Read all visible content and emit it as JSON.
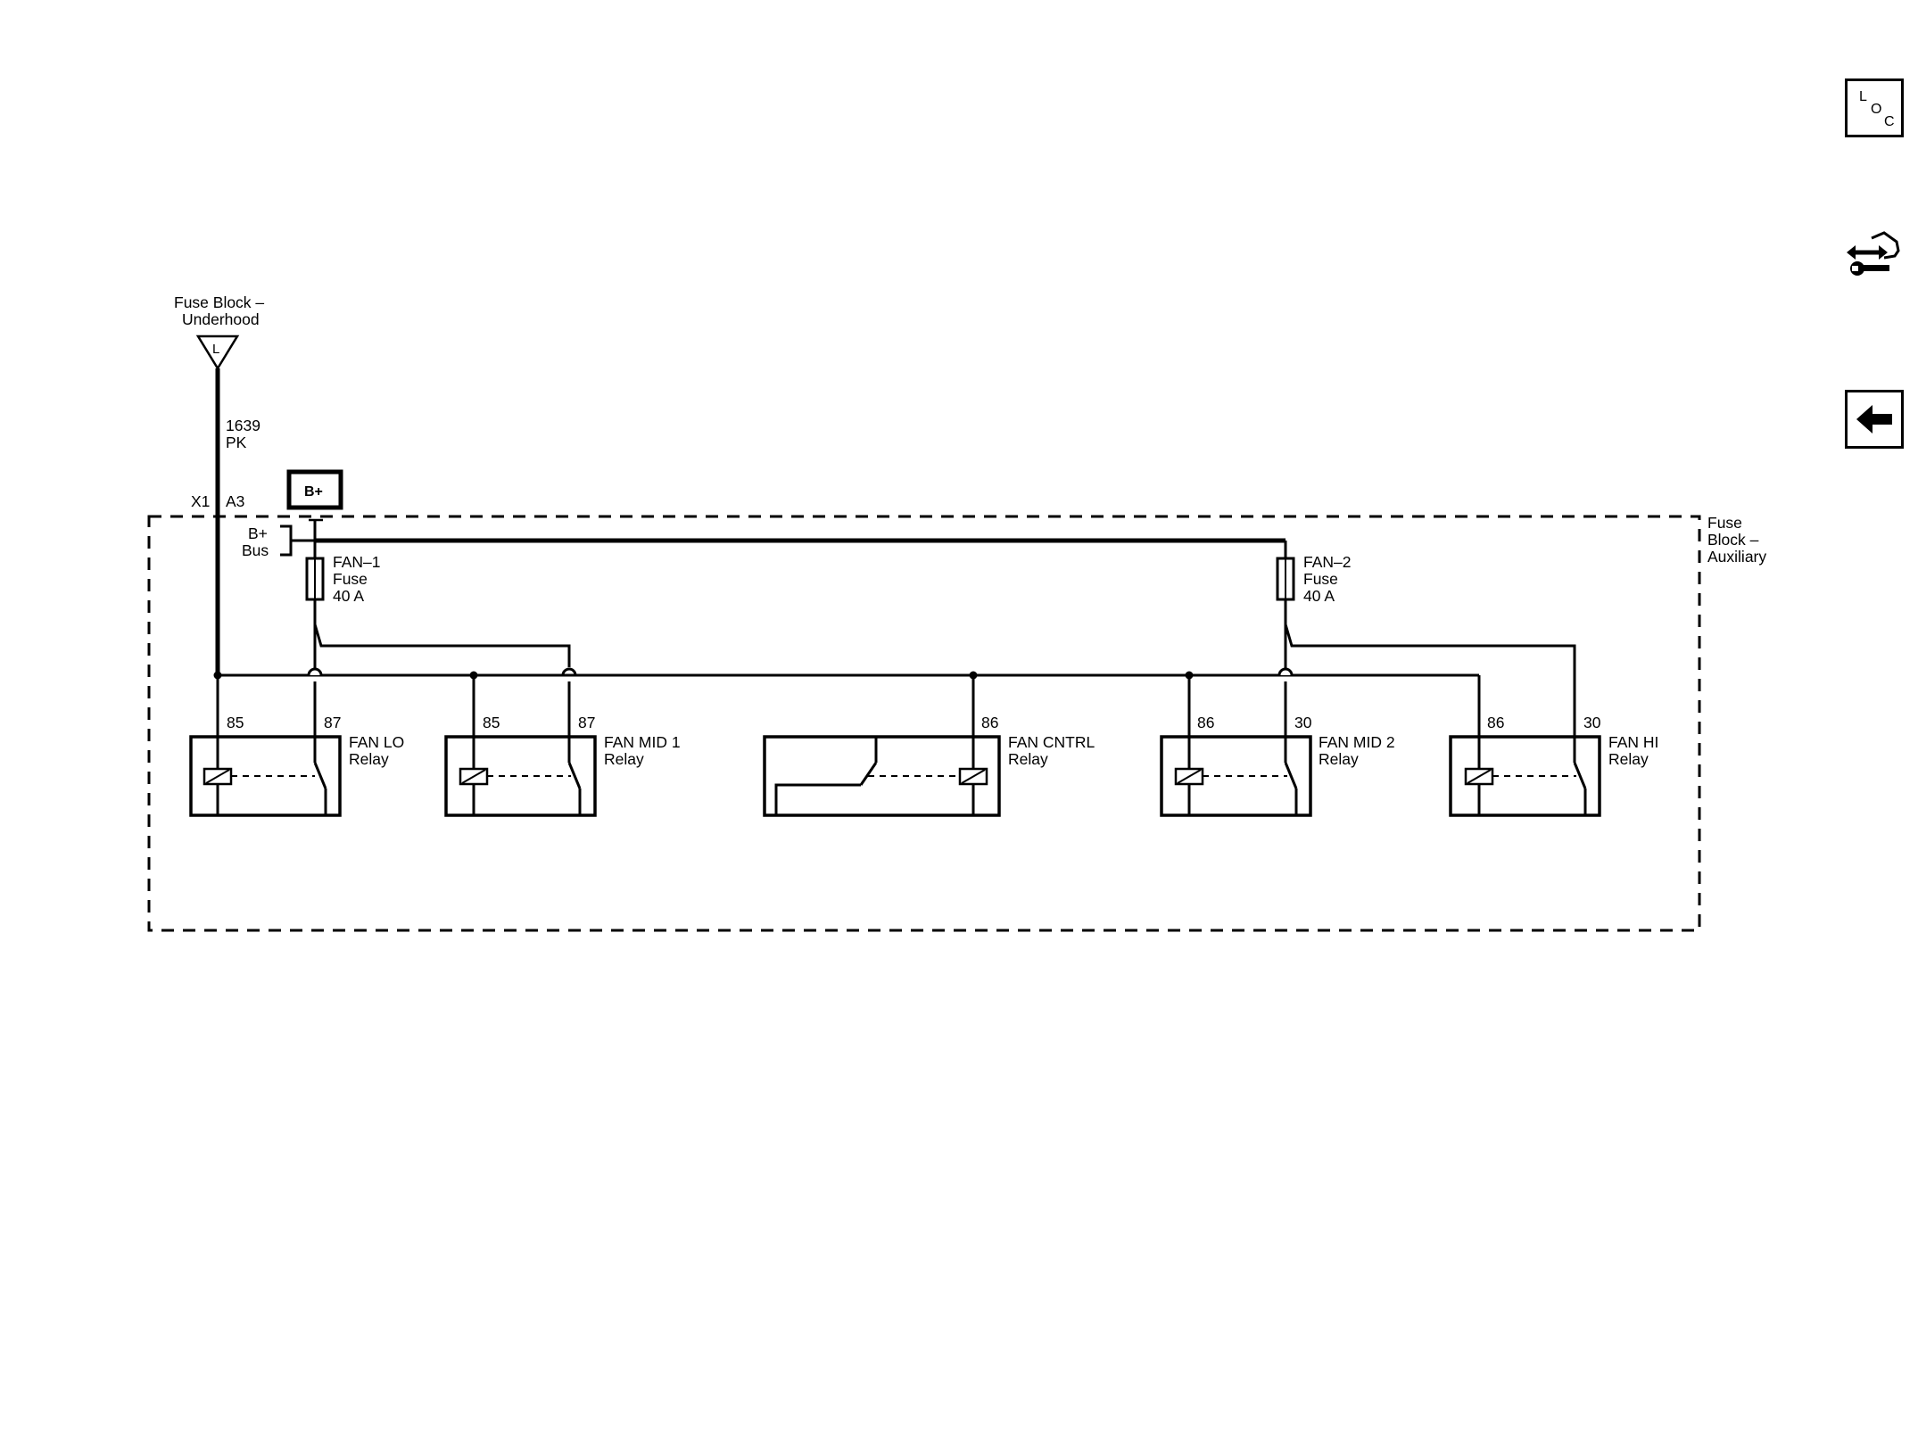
{
  "source": {
    "name_line1": "Fuse Block –",
    "name_line2": "Underhood",
    "terminal": "L"
  },
  "wire": {
    "circuit": "1639",
    "color": "PK"
  },
  "connector": {
    "id": "X1",
    "pin": "A3"
  },
  "bplus_tag": "B+",
  "bus": {
    "line1": "B+",
    "line2": "Bus"
  },
  "fuse_block": {
    "line1": "Fuse",
    "line2": "Block –",
    "line3": "Auxiliary"
  },
  "fuses": [
    {
      "name": "FAN–1",
      "type": "Fuse",
      "rating": "40 A"
    },
    {
      "name": "FAN–2",
      "type": "Fuse",
      "rating": "40 A"
    }
  ],
  "relays": [
    {
      "name": "FAN LO",
      "type": "Relay",
      "pins": [
        "85",
        "87"
      ]
    },
    {
      "name": "FAN MID 1",
      "type": "Relay",
      "pins": [
        "85",
        "87"
      ]
    },
    {
      "name": "FAN CNTRL",
      "type": "Relay",
      "pins": [
        "86"
      ]
    },
    {
      "name": "FAN MID 2",
      "type": "Relay",
      "pins": [
        "86",
        "30"
      ]
    },
    {
      "name": "FAN HI",
      "type": "Relay",
      "pins": [
        "86",
        "30"
      ]
    }
  ],
  "nav": {
    "loc_icon": "L O C",
    "components_icon": "component-views-icon",
    "back_icon": "back-arrow-icon"
  }
}
